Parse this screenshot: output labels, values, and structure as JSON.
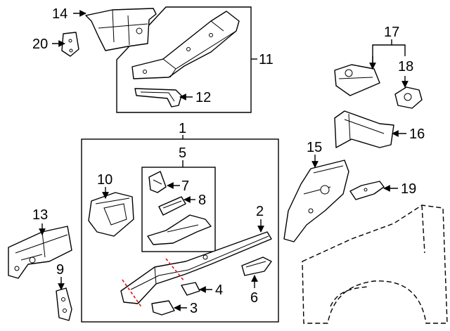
{
  "callouts": {
    "c1": "1",
    "c2": "2",
    "c3": "3",
    "c4": "4",
    "c5": "5",
    "c6": "6",
    "c7": "7",
    "c8": "8",
    "c9": "9",
    "c10": "10",
    "c11": "11",
    "c12": "12",
    "c13": "13",
    "c14": "14",
    "c15": "15",
    "c16": "16",
    "c17": "17",
    "c18": "18",
    "c19": "19",
    "c20": "20"
  },
  "colors": {
    "line": "#000000",
    "background": "#ffffff",
    "cut_line": "#e01010"
  }
}
